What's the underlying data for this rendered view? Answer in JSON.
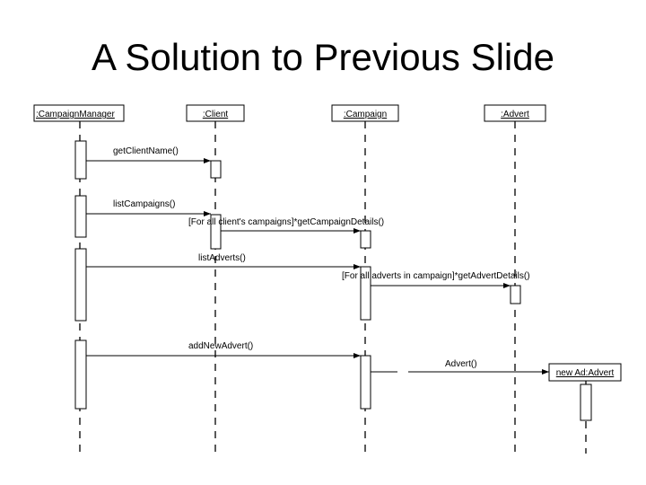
{
  "slide": {
    "title": "A Solution to Previous Slide"
  },
  "objects": [
    {
      "id": "campaign-manager",
      "label": ":CampaignManager"
    },
    {
      "id": "client",
      "label": ":Client"
    },
    {
      "id": "campaign",
      "label": ":Campaign"
    },
    {
      "id": "advert",
      "label": ":Advert"
    },
    {
      "id": "new-ad",
      "label": "new Ad:Advert"
    }
  ],
  "messages": [
    {
      "id": "get-client-name",
      "label": "getClientName()"
    },
    {
      "id": "list-campaigns",
      "label": "listCampaigns()"
    },
    {
      "id": "get-campaign-details",
      "label": "[For all client's campaigns]*getCampaignDetails()"
    },
    {
      "id": "list-adverts",
      "label": "listAdverts()"
    },
    {
      "id": "get-advert-details",
      "label": "[For all adverts in campaign]*getAdvertDetails()"
    },
    {
      "id": "add-new-advert",
      "label": "addNewAdvert()"
    },
    {
      "id": "create-advert",
      "label": "Advert()"
    }
  ],
  "colors": {
    "line": "#000000",
    "background": "#ffffff"
  }
}
